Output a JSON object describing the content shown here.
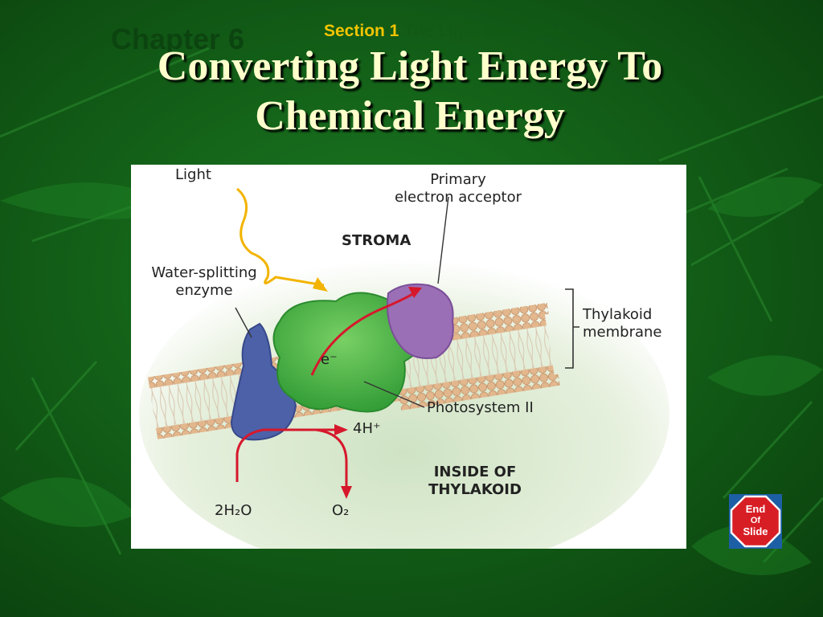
{
  "header": {
    "chapter": "Chapter 6",
    "section_label": "Section 1",
    "section_title": "The Light Reactions"
  },
  "slide": {
    "title": "Converting Light Energy To Chemical Energy"
  },
  "diagram": {
    "labels": {
      "light": "Light",
      "primary_acceptor_line1": "Primary",
      "primary_acceptor_line2": "electron acceptor",
      "stroma": "STROMA",
      "water_enzyme_line1": "Water-splitting",
      "water_enzyme_line2": "enzyme",
      "thylakoid_membrane_line1": "Thylakoid",
      "thylakoid_membrane_line2": "membrane",
      "electron": "e⁻",
      "photosystem": "Photosystem II",
      "hydrogen_ions": "4H⁺",
      "inside_line1": "INSIDE OF",
      "inside_line2": "THYLAKOID",
      "water": "2H₂O",
      "oxygen": "O₂"
    },
    "colors": {
      "light_arrow": "#f2b400",
      "reaction_arrow": "#d6182c",
      "photosystem": "#3fae3a",
      "enzyme": "#4d61a8",
      "acceptor": "#9a6fb5",
      "lipid_head": "#e3b78d"
    }
  },
  "end_button": {
    "line1": "End",
    "line2": "Of",
    "line3": "Slide"
  }
}
